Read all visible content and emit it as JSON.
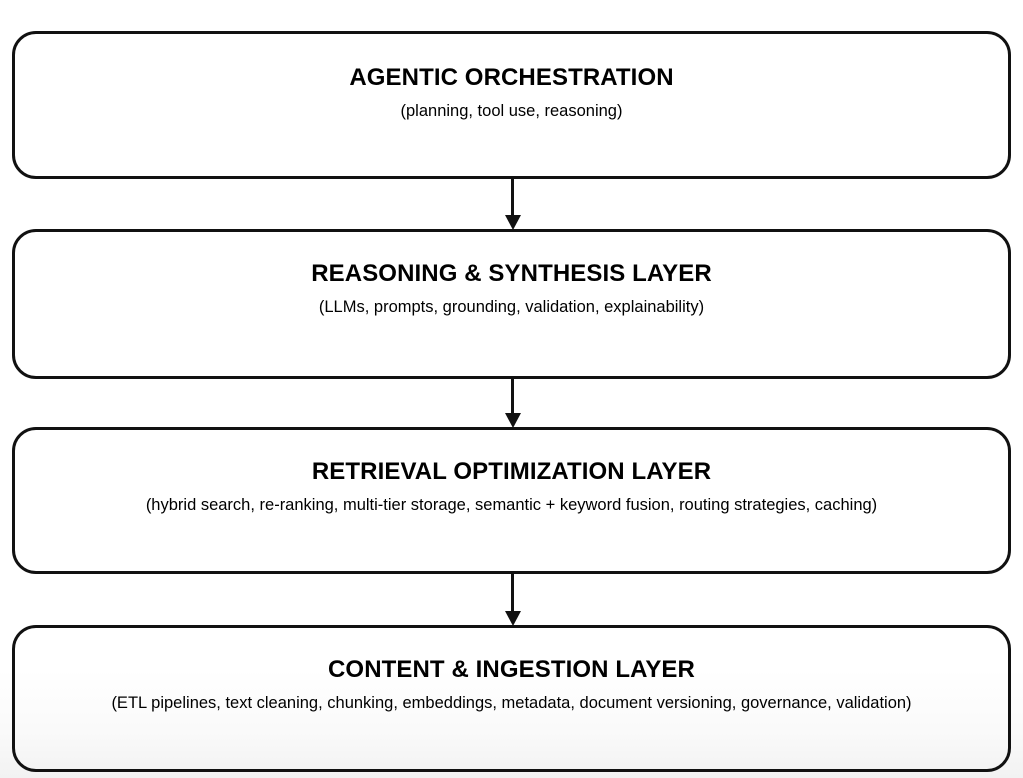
{
  "diagram": {
    "type": "layered-stack-flow",
    "orientation": "top-to-bottom",
    "accent_color": "#111111",
    "background_color": "#ffffff",
    "layers": [
      {
        "id": "agentic-orchestration",
        "title": "AGENTIC ORCHESTRATION",
        "subtitle": "(planning, tool use, reasoning)"
      },
      {
        "id": "reasoning-synthesis-layer",
        "title": "REASONING & SYNTHESIS LAYER",
        "subtitle": "(LLMs, prompts, grounding, validation, explainability)"
      },
      {
        "id": "retrieval-optimization-layer",
        "title": "RETRIEVAL OPTIMIZATION LAYER",
        "subtitle": "(hybrid search, re-ranking, multi-tier storage, semantic + keyword fusion, routing strategies, caching)"
      },
      {
        "id": "content-ingestion-layer",
        "title": "CONTENT & INGESTION LAYER",
        "subtitle": "(ETL pipelines, text cleaning, chunking, embeddings, metadata, document versioning, governance, validation)"
      }
    ],
    "connectors": [
      {
        "id": "arrow-1",
        "from": "agentic-orchestration",
        "to": "reasoning-synthesis-layer",
        "style": "solid-down-arrow"
      },
      {
        "id": "arrow-2",
        "from": "reasoning-synthesis-layer",
        "to": "retrieval-optimization-layer",
        "style": "solid-down-arrow"
      },
      {
        "id": "arrow-3",
        "from": "retrieval-optimization-layer",
        "to": "content-ingestion-layer",
        "style": "solid-down-arrow"
      }
    ]
  }
}
